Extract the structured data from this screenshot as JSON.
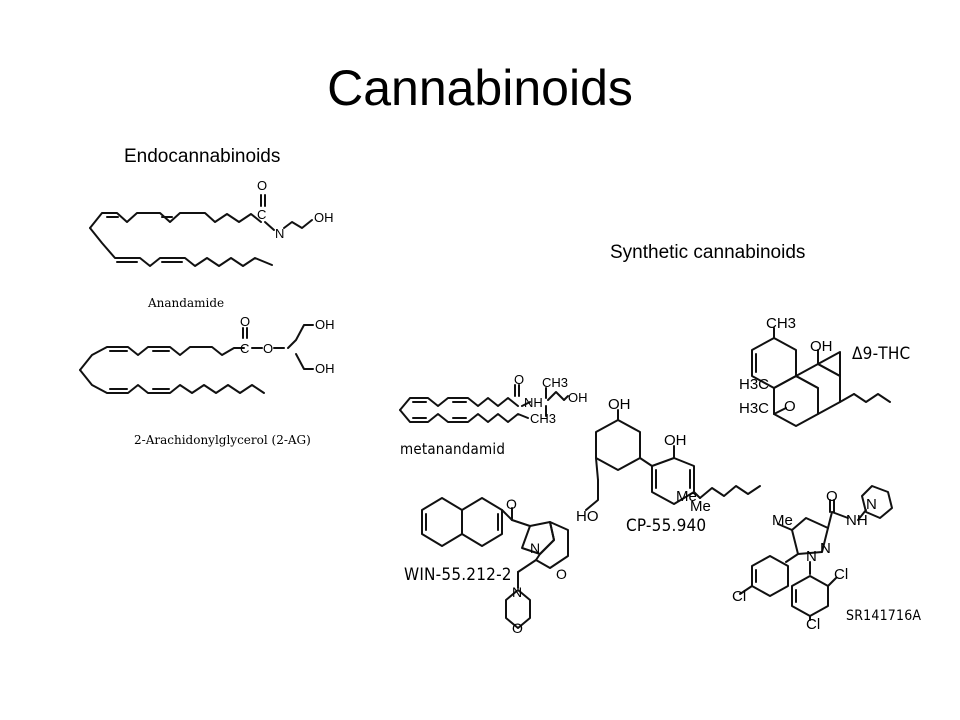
{
  "slide": {
    "title": "Cannabinoids",
    "left_heading": "Endocannabinoids",
    "right_heading": "Synthetic cannabinoids"
  },
  "endo": {
    "anandamide": {
      "caption": "Anandamide",
      "oh": "OH",
      "n": "N",
      "o": "O",
      "c": "C"
    },
    "two_ag": {
      "caption": "2-Arachidonylglycerol (2-AG)",
      "oh1": "OH",
      "oh2": "OH",
      "o1": "O",
      "o2": "O",
      "c": "C"
    }
  },
  "synthetic": {
    "metanandamid": {
      "caption": "metanandamid",
      "o": "O",
      "nh": "NH",
      "ch3a": "CH3",
      "ch3b": "CH3",
      "oh": "OH"
    },
    "cp55940": {
      "caption": "CP-55.940",
      "oh1": "OH",
      "oh2": "OH",
      "ho": "HO",
      "me1": "Me",
      "me2": "Me"
    },
    "thc": {
      "caption": "Δ9-THC",
      "ch3": "CH3",
      "oh": "OH",
      "h3c1": "H3C",
      "h3c2": "H3C",
      "o": "O"
    },
    "win55212": {
      "caption": "WIN-55.212-2",
      "o1": "O",
      "n1": "N",
      "o2": "O",
      "n2": "N",
      "o3": "O"
    },
    "sr141716": {
      "caption": "SR141716A",
      "me": "Me",
      "o": "O",
      "nh": "NH",
      "n1": "N",
      "n2": "N",
      "n3": "N",
      "cl1": "Cl",
      "cl2": "Cl",
      "cl3": "Cl"
    }
  }
}
